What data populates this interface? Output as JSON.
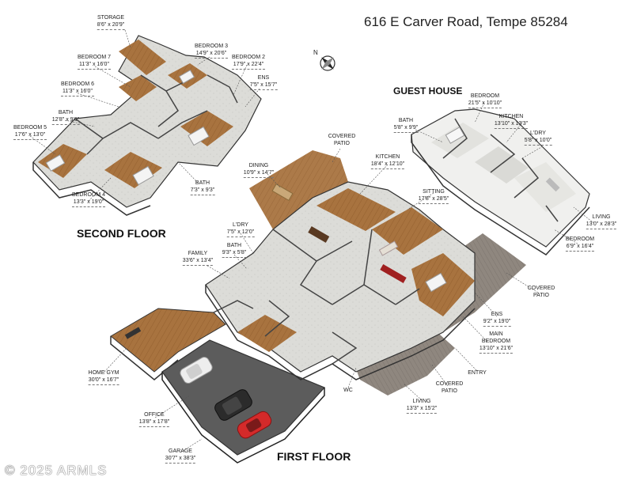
{
  "address": "616 E Carver Road, Tempe 85284",
  "floors": {
    "second": "SECOND FLOOR",
    "first": "FIRST FLOOR",
    "guest": "GUEST HOUSE"
  },
  "compass_label": "N",
  "copyright": "© 2025 ARMLS",
  "rooms": {
    "storage": {
      "name": "STORAGE",
      "dim": "8'6\" x 20'9\""
    },
    "bedroom3": {
      "name": "BEDROOM 3",
      "dim": "14'9\" x 20'6\""
    },
    "bedroom2": {
      "name": "BEDROOM 2",
      "dim": "17'9\" x 22'4\""
    },
    "bedroom7": {
      "name": "BEDROOM 7",
      "dim": "11'3\" x 16'0\""
    },
    "ens_up": {
      "name": "ENS",
      "dim": "7'5\" x 15'7\""
    },
    "bedroom6": {
      "name": "BEDROOM 6",
      "dim": "11'3\" x 16'0\""
    },
    "bath_up_left": {
      "name": "BATH",
      "dim": "12'8\" x 9'6\""
    },
    "bedroom5": {
      "name": "BEDROOM 5",
      "dim": "17'6\" x 13'0\""
    },
    "bedroom4": {
      "name": "BEDROOM 4",
      "dim": "13'3\" x 19'0\""
    },
    "bath_up_right": {
      "name": "BATH",
      "dim": "7'3\" x 9'3\""
    },
    "covered_patio_top": {
      "name": "COVERED\nPATIO",
      "dim": ""
    },
    "dining": {
      "name": "DINING",
      "dim": "10'9\" x 14'7\""
    },
    "kitchen": {
      "name": "KITCHEN",
      "dim": "18'4\" x 12'10\""
    },
    "sitting": {
      "name": "SITTING",
      "dim": "17'8\" x 28'5\""
    },
    "ldry": {
      "name": "L'DRY",
      "dim": "7'5\" x 12'0\""
    },
    "bath_main": {
      "name": "BATH",
      "dim": "9'3\" x 5'8\""
    },
    "family": {
      "name": "FAMILY",
      "dim": "33'6\" x 13'4\""
    },
    "home_gym": {
      "name": "HOME GYM",
      "dim": "30'0\" x 16'7\""
    },
    "office": {
      "name": "OFFICE",
      "dim": "13'8\" x 17'8\""
    },
    "garage": {
      "name": "GARAGE",
      "dim": "30'7\" x 38'3\""
    },
    "wc": {
      "name": "WC",
      "dim": ""
    },
    "living": {
      "name": "LIVING",
      "dim": "13'3\" x 15'2\""
    },
    "covered_patio_bottom": {
      "name": "COVERED\nPATIO",
      "dim": ""
    },
    "entry": {
      "name": "ENTRY",
      "dim": ""
    },
    "main_bedroom": {
      "name": "MAIN\nBEDROOM",
      "dim": "13'10\" x 21'6\""
    },
    "ens_main": {
      "name": "ENS",
      "dim": "9'2\" x 19'0\""
    },
    "covered_patio_right": {
      "name": "COVERED\nPATIO",
      "dim": ""
    },
    "gh_bath": {
      "name": "BATH",
      "dim": "5'8\" x 9'9\""
    },
    "gh_bedroom_top": {
      "name": "BEDROOM",
      "dim": "21'5\" x 10'10\""
    },
    "gh_kitchen": {
      "name": "KITCHEN",
      "dim": "13'10\" x 13'3\""
    },
    "gh_ldry": {
      "name": "L'DRY",
      "dim": "5'8\" x 10'0\""
    },
    "gh_living": {
      "name": "LIVING",
      "dim": "13'0\" x 28'3\""
    },
    "gh_bedroom_bottom": {
      "name": "BEDROOM",
      "dim": "6'9\" x 16'4\""
    }
  },
  "colors": {
    "wood": "#a8733f",
    "wood_dark": "#8a5a2c",
    "patio": "#8f877f",
    "wall": "#fafafa",
    "floor_tile": "#d9d9d6",
    "garage": "#5c5c5c",
    "car_red": "#d42a2a"
  }
}
